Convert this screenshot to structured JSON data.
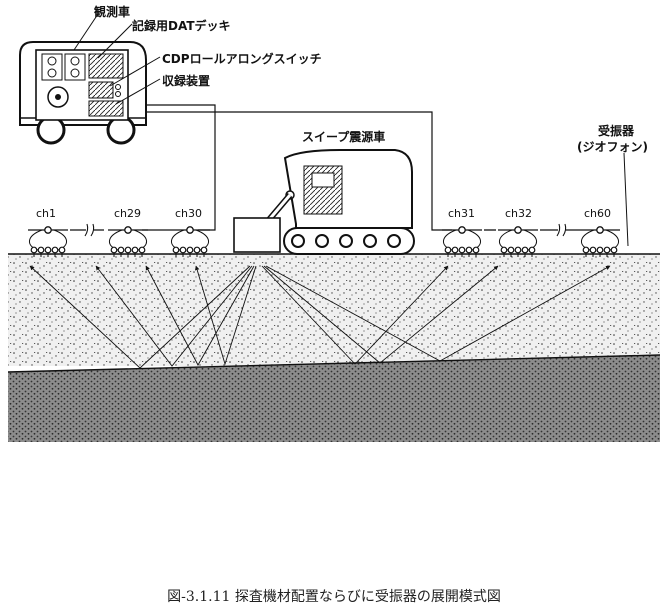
{
  "labels": {
    "observation_vehicle": "観測車",
    "dat_deck": "記録用DATデッキ",
    "cdp_switch": "CDPロールアロングスイッチ",
    "recorder": "収録装置",
    "sweep_vehicle": "スイープ震源車",
    "geophone_line1": "受振器",
    "geophone_line2": "(ジオフォン)"
  },
  "channels": [
    "ch1",
    "ch29",
    "ch30",
    "ch31",
    "ch32",
    "ch60"
  ],
  "caption": "図-3.1.11 探査機材配置ならびに受振器の展開模式図"
}
